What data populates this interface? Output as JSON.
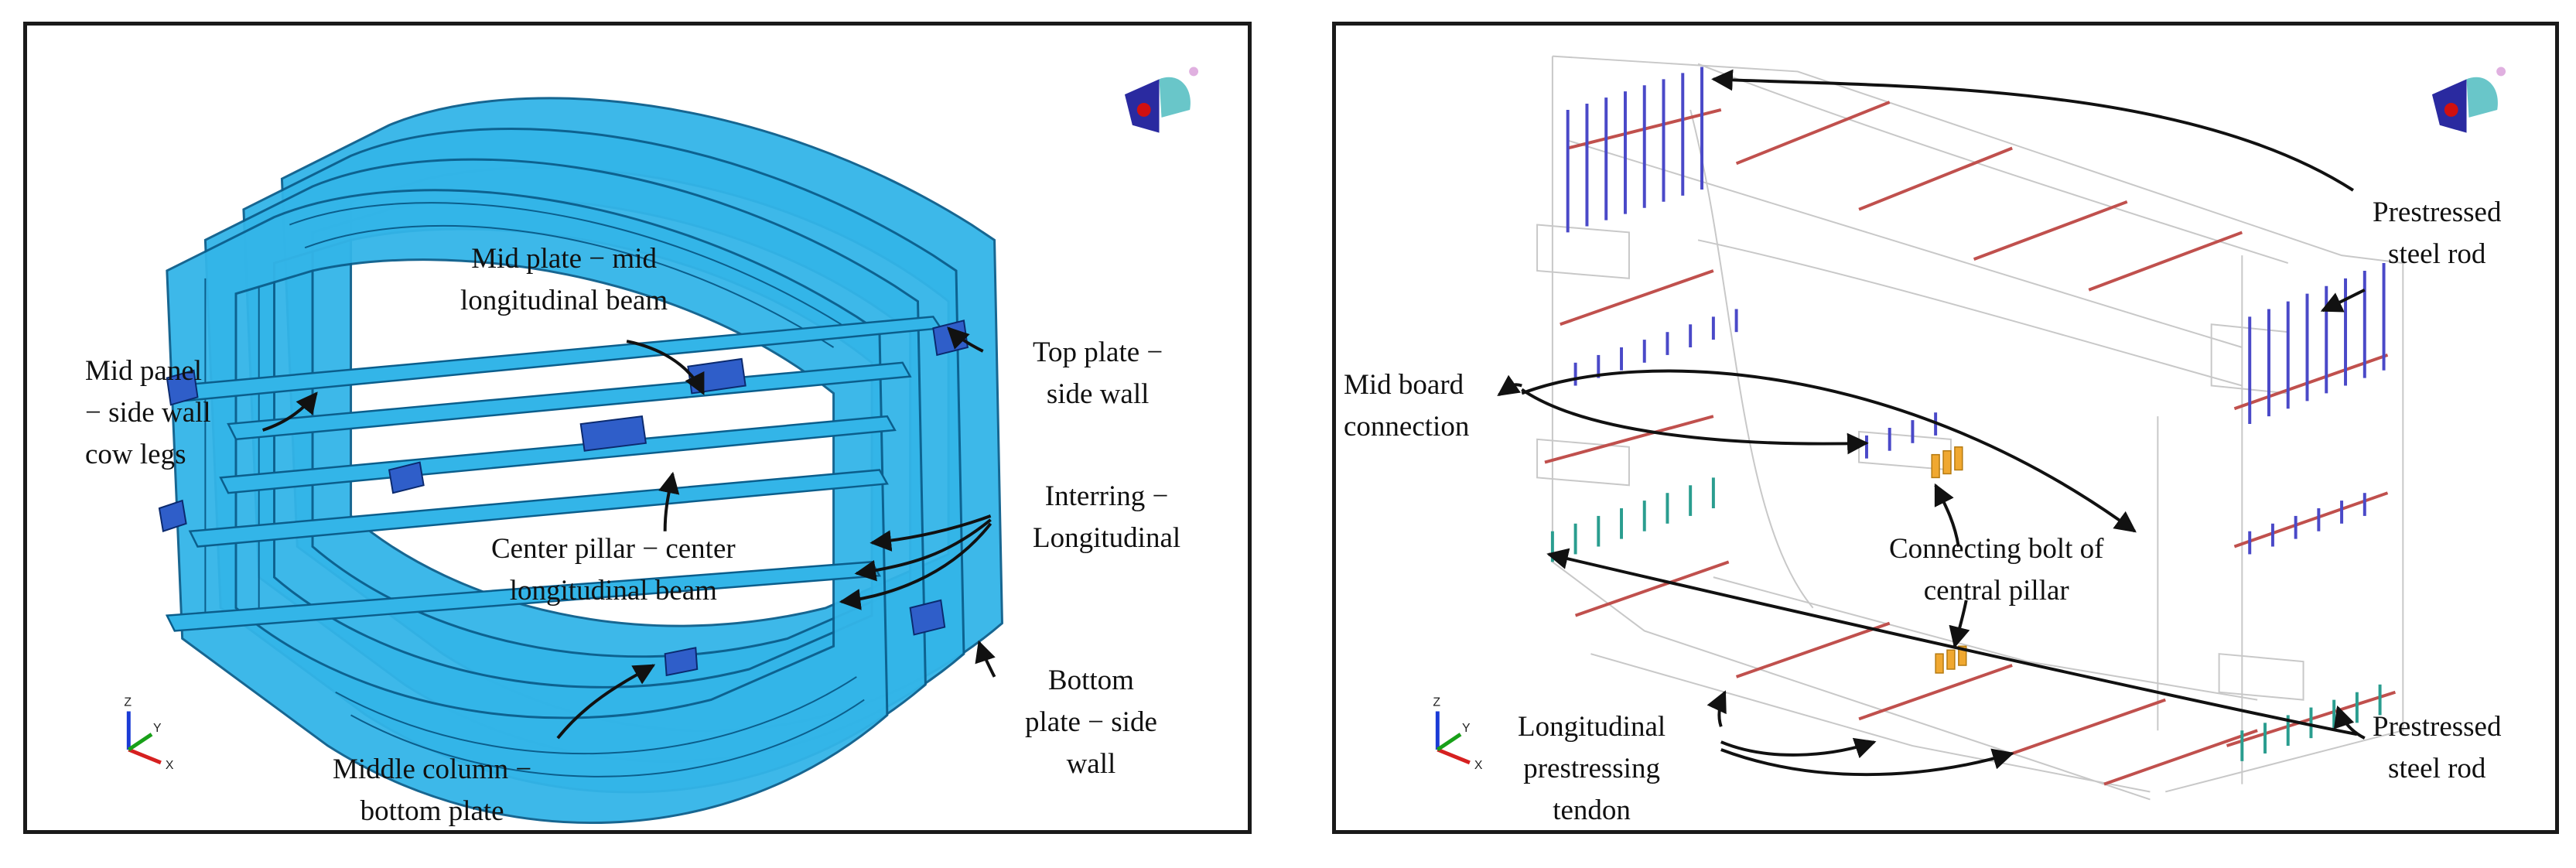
{
  "left_panel": {
    "labels": {
      "mid_plate": [
        "Mid plate − mid",
        "longitudinal  beam"
      ],
      "mid_panel": [
        "Mid panel",
        "− side wall",
        "cow legs"
      ],
      "top_plate": [
        "Top plate  −",
        "side wall"
      ],
      "interring": [
        "Interring  −",
        "Longitudinal"
      ],
      "center_pillar": [
        "Center pillar  − center",
        "longitudinal  beam"
      ],
      "bottom_plate": [
        "Bottom",
        "plate  − side",
        "wall"
      ],
      "middle_column": [
        "Middle column  −",
        "bottom plate"
      ]
    },
    "axis": {
      "x": "X",
      "y": "Y",
      "z": "Z"
    }
  },
  "right_panel": {
    "labels": {
      "prestressed_top": [
        "Prestressed",
        "steel rod"
      ],
      "mid_board": [
        "Mid board",
        "connection"
      ],
      "connecting_bolt": [
        "Connecting bolt of",
        "central pillar"
      ],
      "longitudinal_tendon": [
        "Longitudinal",
        "prestressing",
        "tendon"
      ],
      "prestressed_bottom": [
        "Prestressed",
        "steel rod"
      ]
    },
    "axis": {
      "x": "X",
      "y": "Y",
      "z": "Z"
    }
  },
  "colors": {
    "frame_fill": "#33b5e8",
    "frame_edge": "#0b5e8c",
    "connector": "#2f5ec9",
    "rod_blue": "#4a49c8",
    "rod_teal": "#2a9d8f",
    "tendon_red": "#c0504d",
    "bolt": "#f0a830",
    "ghost_line": "#c8c8c8"
  }
}
